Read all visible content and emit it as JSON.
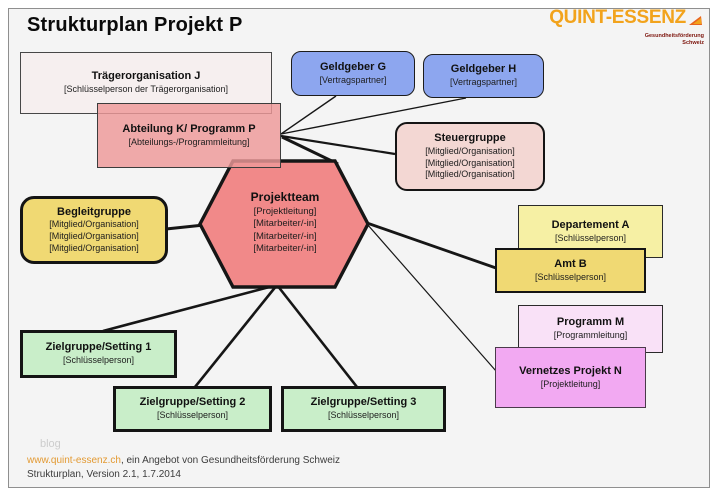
{
  "header": {
    "title": "Strukturplan Projekt P"
  },
  "logo": {
    "brand": "QUINT-ESSENZ",
    "tagline": [
      "Gesundheitsförderung",
      "Schweiz"
    ]
  },
  "nodes": {
    "traegerorganisation": {
      "title": "Trägerorganisation J",
      "subtitle": "[Schlüsselperson der Trägerorganisation]"
    },
    "abteilung": {
      "title": "Abteilung K/ Programm P",
      "subtitle": "[Abteilungs-/Programmleitung]"
    },
    "geldgeber_g": {
      "title": "Geldgeber G",
      "subtitle": "[Vertragspartner]"
    },
    "geldgeber_h": {
      "title": "Geldgeber H",
      "subtitle": "[Vertragspartner]"
    },
    "steuergruppe": {
      "title": "Steuergruppe",
      "lines": [
        "[Mitglied/Organisation]",
        "[Mitglied/Organisation]",
        "[Mitglied/Organisation]"
      ]
    },
    "begleitgruppe": {
      "title": "Begleitgruppe",
      "lines": [
        "[Mitglied/Organisation]",
        "[Mitglied/Organisation]",
        "[Mitglied/Organisation]"
      ]
    },
    "projektteam": {
      "title": "Projektteam",
      "lines": [
        "[Projektleitung]",
        "[Mitarbeiter/-in]",
        "[Mitarbeiter/-in]",
        "[Mitarbeiter/-in]"
      ]
    },
    "departement_a": {
      "title": "Departement A",
      "subtitle": "[Schlüsselperson]"
    },
    "amt_b": {
      "title": "Amt B",
      "subtitle": "[Schlüsselperson]"
    },
    "programm_m": {
      "title": "Programm M",
      "subtitle": "[Programmleitung]"
    },
    "vernetztes_projekt_n": {
      "title": "Vernetzes Projekt N",
      "subtitle": "[Projektleitung]"
    },
    "zielgruppe_1": {
      "title": "Zielgruppe/Setting 1",
      "subtitle": "[Schlüsselperson]"
    },
    "zielgruppe_2": {
      "title": "Zielgruppe/Setting 2",
      "subtitle": "[Schlüsselperson]"
    },
    "zielgruppe_3": {
      "title": "Zielgruppe/Setting 3",
      "subtitle": "[Schlüsselperson]"
    }
  },
  "footer": {
    "blog": "blog",
    "link": "www.quint-essenz.ch",
    "suffix": ", ein Angebot von Gesundheitsförderung Schweiz",
    "version": "Strukturplan, Version 2.1, 1.7.2014"
  },
  "colors": {
    "brand_orange": "#F2A31C",
    "link_orange": "#E39A33",
    "node_blue": "#8DA6EF",
    "node_pink": "#F3D7D3",
    "node_salmon_hexagon": "#F18989",
    "node_rose_overlay": "#EE9898",
    "node_yellow": "#F0D973",
    "node_light_yellow": "#F6F0A4",
    "node_green": "#C9EEC9",
    "node_violet": "#F2A9F2",
    "node_light_violet": "#F9E1F7",
    "line_black": "#161616",
    "background": "#F4F4F4"
  }
}
